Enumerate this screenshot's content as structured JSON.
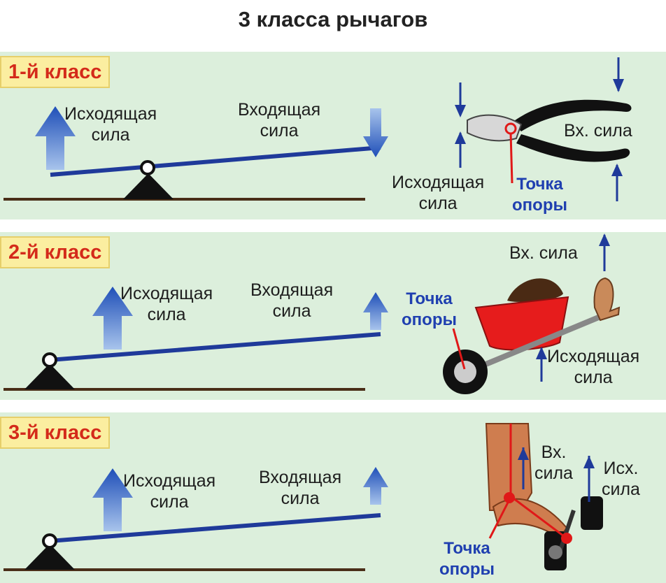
{
  "title": "3 класса рычагов",
  "panels": [
    {
      "badge": "1-й класс",
      "out_force": "Исходящая\nсила",
      "in_force": "Входящая\nсила",
      "example": {
        "out_force": "Исходящая\nсила",
        "in_force": "Вх. сила",
        "fulcrum": "Точка\nопоры",
        "icon": "pliers-icon"
      }
    },
    {
      "badge": "2-й класс",
      "out_force": "Исходящая\nсила",
      "in_force": "Входящая\nсила",
      "example": {
        "out_force": "Исходящая\nсила",
        "in_force": "Вх. сила",
        "fulcrum": "Точка\nопоры",
        "icon": "wheelbarrow-icon"
      }
    },
    {
      "badge": "3-й класс",
      "out_force": "Исходящая\nсила",
      "in_force": "Входящая\nсила",
      "example": {
        "out_force": "Исх.\nсила",
        "in_force": "Вх.\nсила",
        "fulcrum": "Точка\nопоры",
        "icon": "arm-dumbbell-icon"
      }
    }
  ],
  "colors": {
    "panel_bg": "#dcefdc",
    "badge_bg": "#fbeea0",
    "badge_text": "#d42a1a",
    "lever": "#1f3a9a",
    "arrow": "#3a6fc8",
    "fulcrum_label": "#1f3fb0",
    "highlight": "#e01818"
  }
}
